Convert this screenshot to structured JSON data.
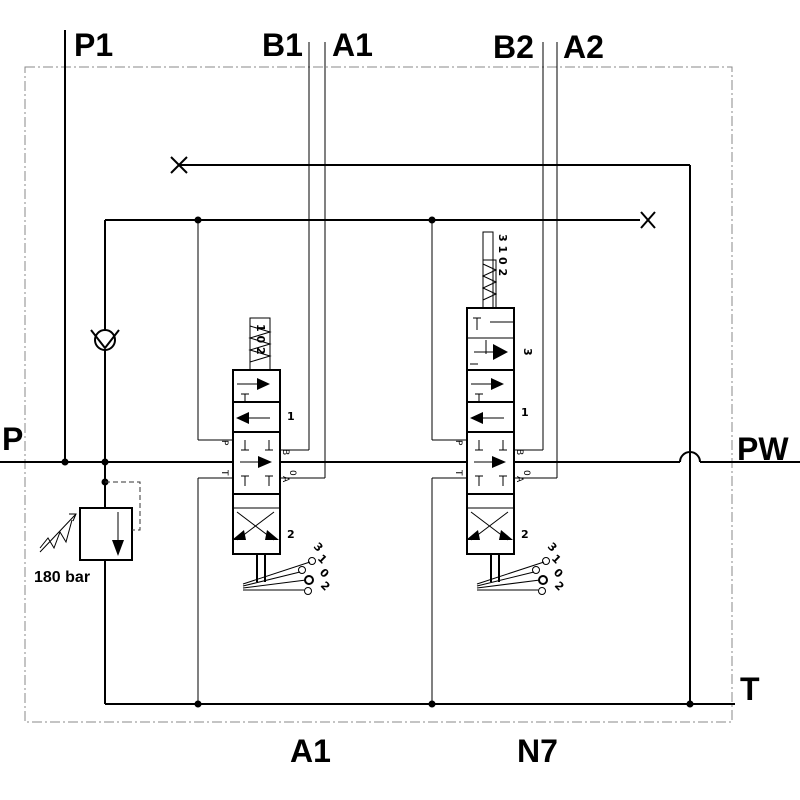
{
  "ports": {
    "p1": "P1",
    "b1": "B1",
    "a1_top": "A1",
    "b2": "B2",
    "a2": "A2",
    "p": "P",
    "pw": "PW",
    "t": "T"
  },
  "relief_valve": {
    "setting": "180 bar"
  },
  "bottom_labels": {
    "left": "A1",
    "right": "N7"
  },
  "section1": {
    "spring_positions": "1 0 2",
    "positions": [
      "1",
      "2"
    ],
    "port_labels": {
      "p": "P",
      "t": "T",
      "b": "B",
      "a": "A",
      "zero": "0"
    },
    "lever_positions": {
      "p3": "3",
      "p1": "1",
      "p0": "0",
      "p2": "2"
    }
  },
  "section2": {
    "spring_positions": "3 1 0 2",
    "positions": [
      "3",
      "1",
      "2"
    ],
    "port_labels": {
      "p": "P",
      "t": "T",
      "b": "B",
      "a": "A",
      "zero": "0"
    },
    "lever_positions": {
      "p3": "3",
      "p1": "1",
      "p0": "0",
      "p2": "2"
    }
  }
}
